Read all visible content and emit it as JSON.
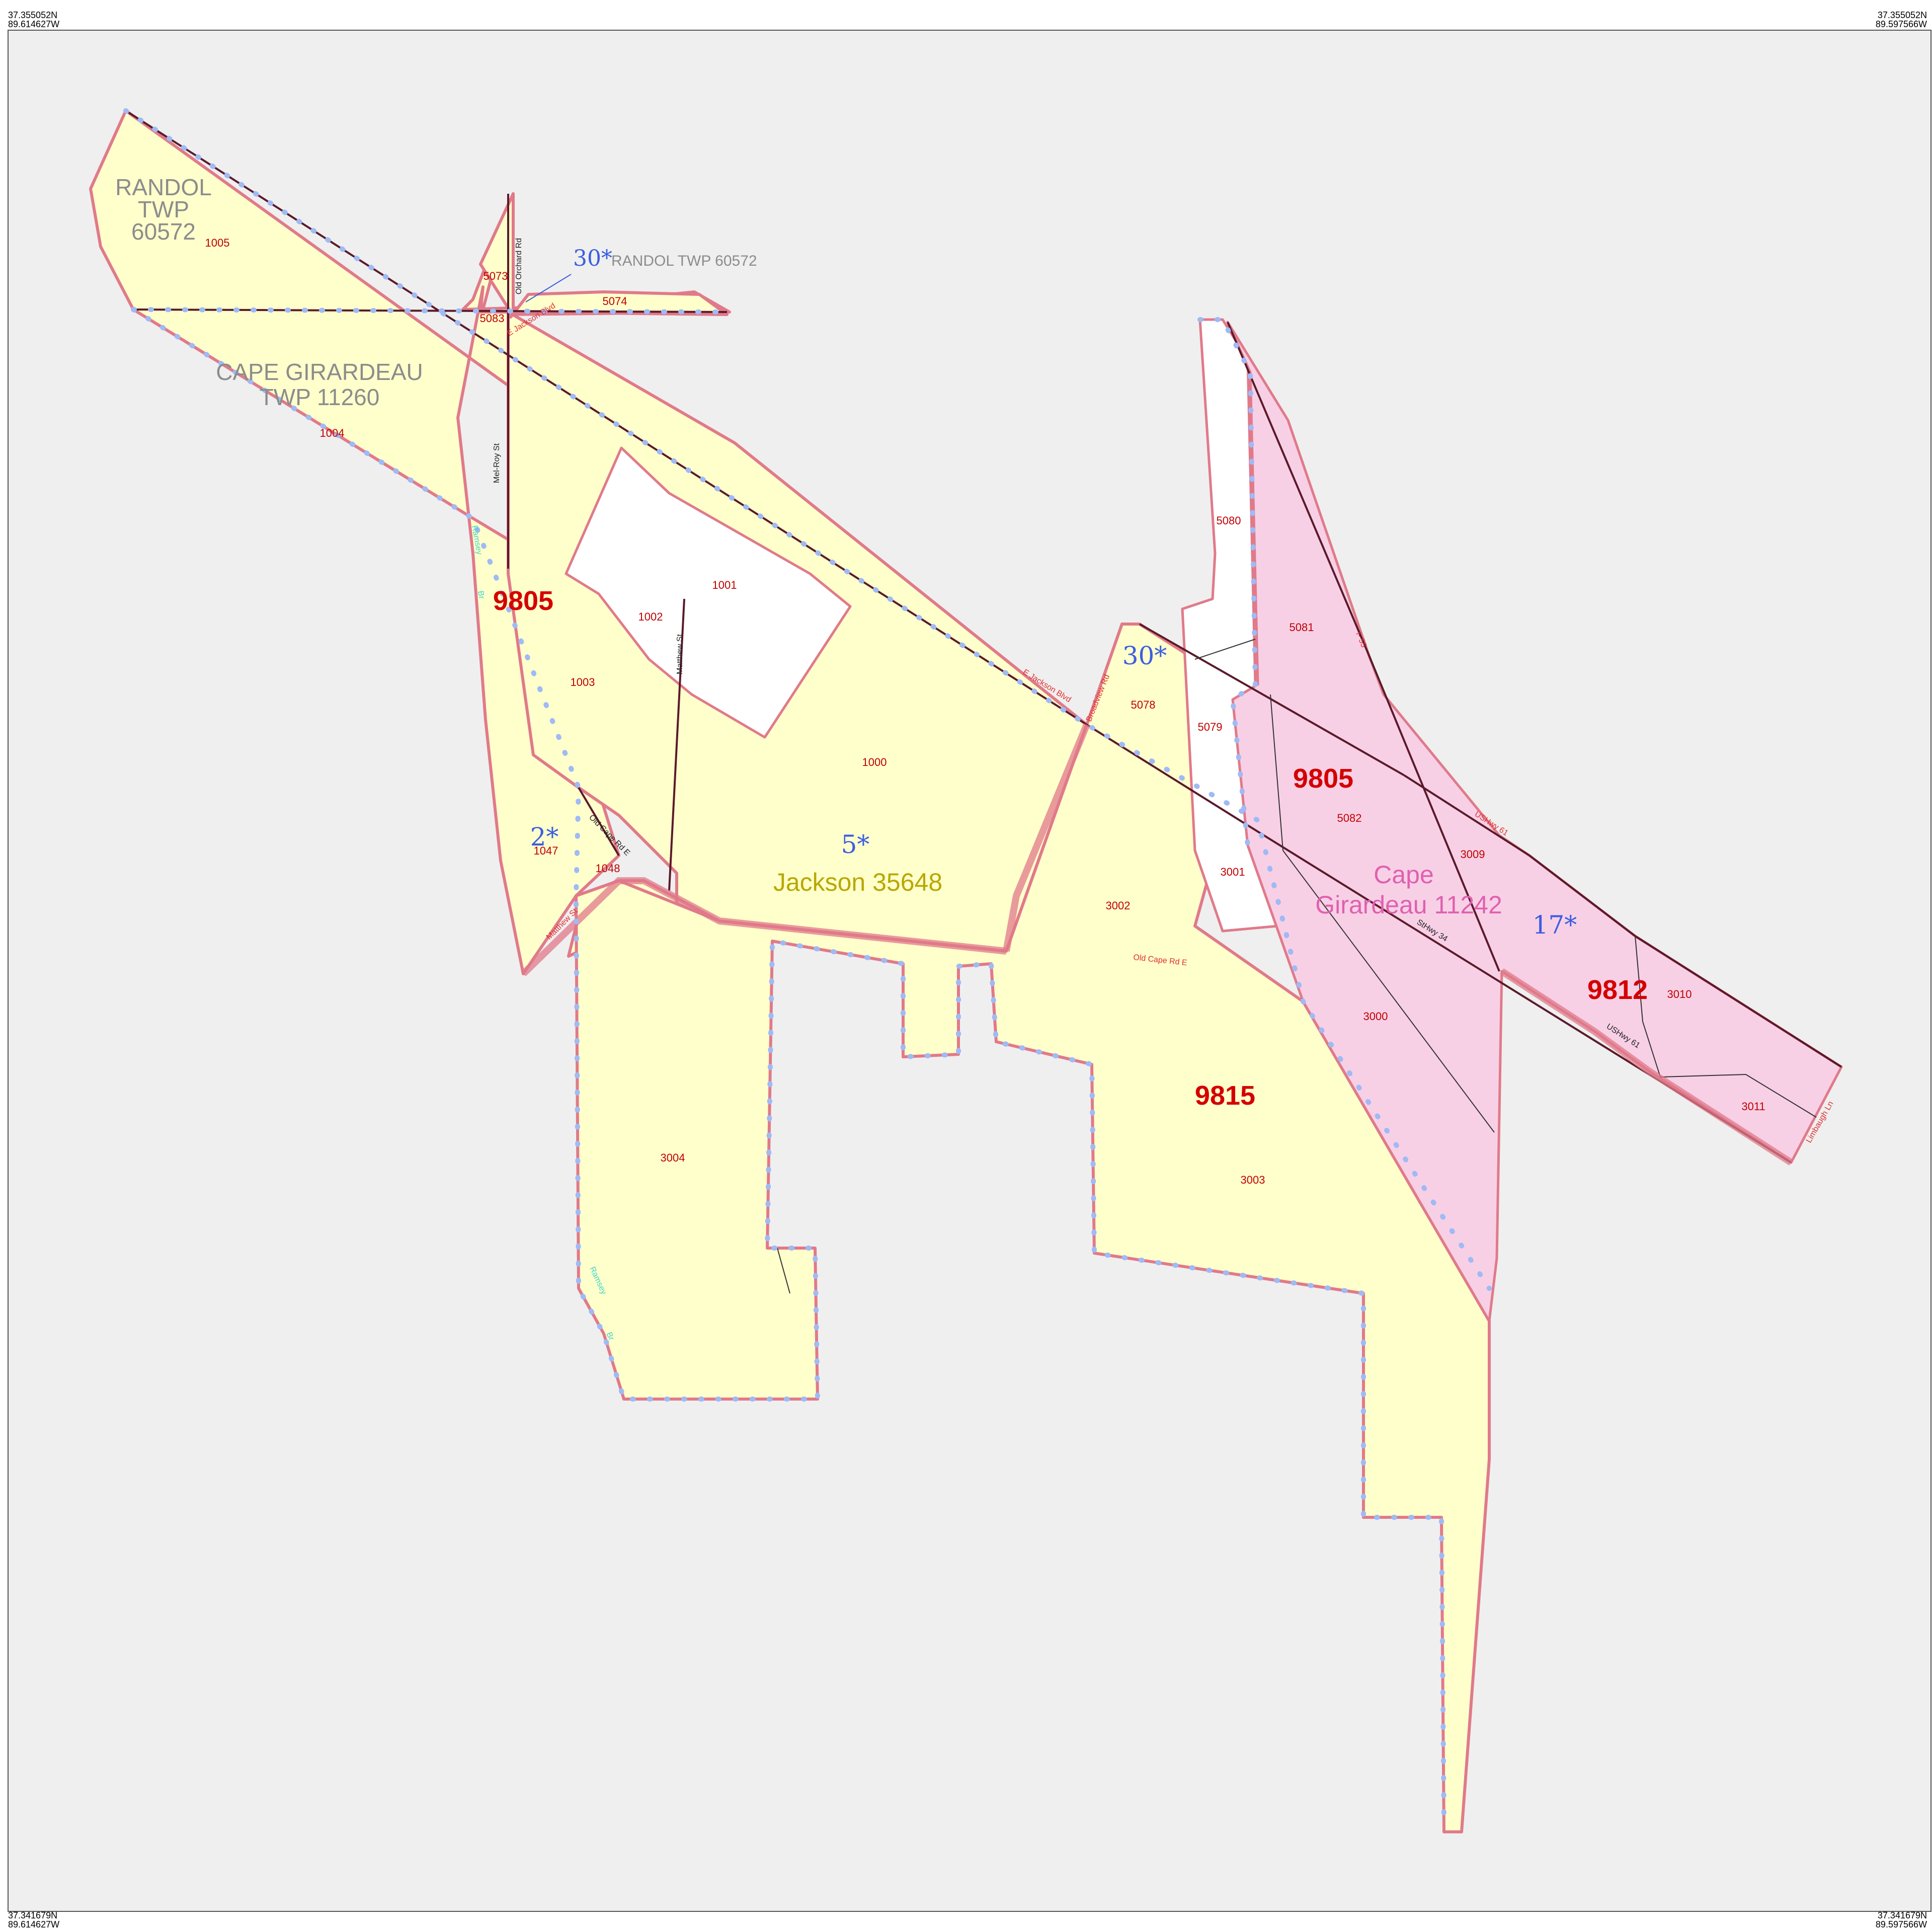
{
  "map": {
    "corners": {
      "top_left_lat": "37.355052N",
      "top_left_lon": "89.614627W",
      "top_right_lat": "37.355052N",
      "top_right_lon": "89.597566W",
      "bottom_left_lat": "37.341679N",
      "bottom_left_lon": "89.614627W",
      "bottom_right_lat": "37.341679N",
      "bottom_right_lon": "89.597566W"
    },
    "colors": {
      "background": "#efefef",
      "jackson_fill": "#ffffcc",
      "cape_girardeau_fill": "#f8d0e6",
      "tract_boundary": "#e07a8a",
      "county_boundary": "#3a1a1a",
      "place_boundary": "#8ab0f0",
      "tract_label": "#d40000",
      "star_label": "#3c5ee0"
    },
    "areas": {
      "randol_l1": "RANDOL",
      "randol_l2": "TWP",
      "randol_l3": "60572",
      "randol_inline": "RANDOL TWP 60572",
      "capetwp_l1": "CAPE GIRARDEAU",
      "capetwp_l2": "TWP 11260",
      "jackson": "Jackson 35648",
      "capecity_l1": "Cape",
      "capecity_l2": "Girardeau 11242"
    },
    "tracts": {
      "t1": "9805",
      "t2": "9805",
      "t3": "9815",
      "t4": "9812"
    },
    "stars": {
      "s1": "30*",
      "s2": "30*",
      "s3": "2*",
      "s4": "5*",
      "s5": "17*"
    },
    "blocks": {
      "b1005": "1005",
      "b1004": "1004",
      "b5073": "5073",
      "b5074": "5074",
      "b5083": "5083",
      "b1001": "1001",
      "b1002": "1002",
      "b1003": "1003",
      "b1000": "1000",
      "b1047": "1047",
      "b1048": "1048",
      "b3004": "3004",
      "b5078": "5078",
      "b5079": "5079",
      "b5080": "5080",
      "b5081": "5081",
      "b5082": "5082",
      "b3001": "3001",
      "b3002": "3002",
      "b3000": "3000",
      "b3003": "3003",
      "b3009": "3009",
      "b3010": "3010",
      "b3011": "3011"
    },
    "roads": {
      "old_orchard": "Old Orchard Rd",
      "e_jackson_1": "E Jackson Blvd",
      "mel_roy": "Mel-Roy St",
      "matthew_1": "Matthew St",
      "matthew_2": "Matthew St",
      "old_cape_1": "Old Cape Rd E",
      "old_cape_2": "Old Cape Rd E",
      "e_jackson_2": "E Jackson Blvd",
      "broadview": "Broadview Rd",
      "i55": "I- 55",
      "us61_1": "USHwy 61",
      "us61_2": "USHwy 61",
      "sthwy34": "StHwy 34",
      "limbaugh": "Limbaugh Ln",
      "creek_1": "Ramsey",
      "creek_2": "Br",
      "creek_3": "Ramsey",
      "creek_4": "Br"
    }
  }
}
